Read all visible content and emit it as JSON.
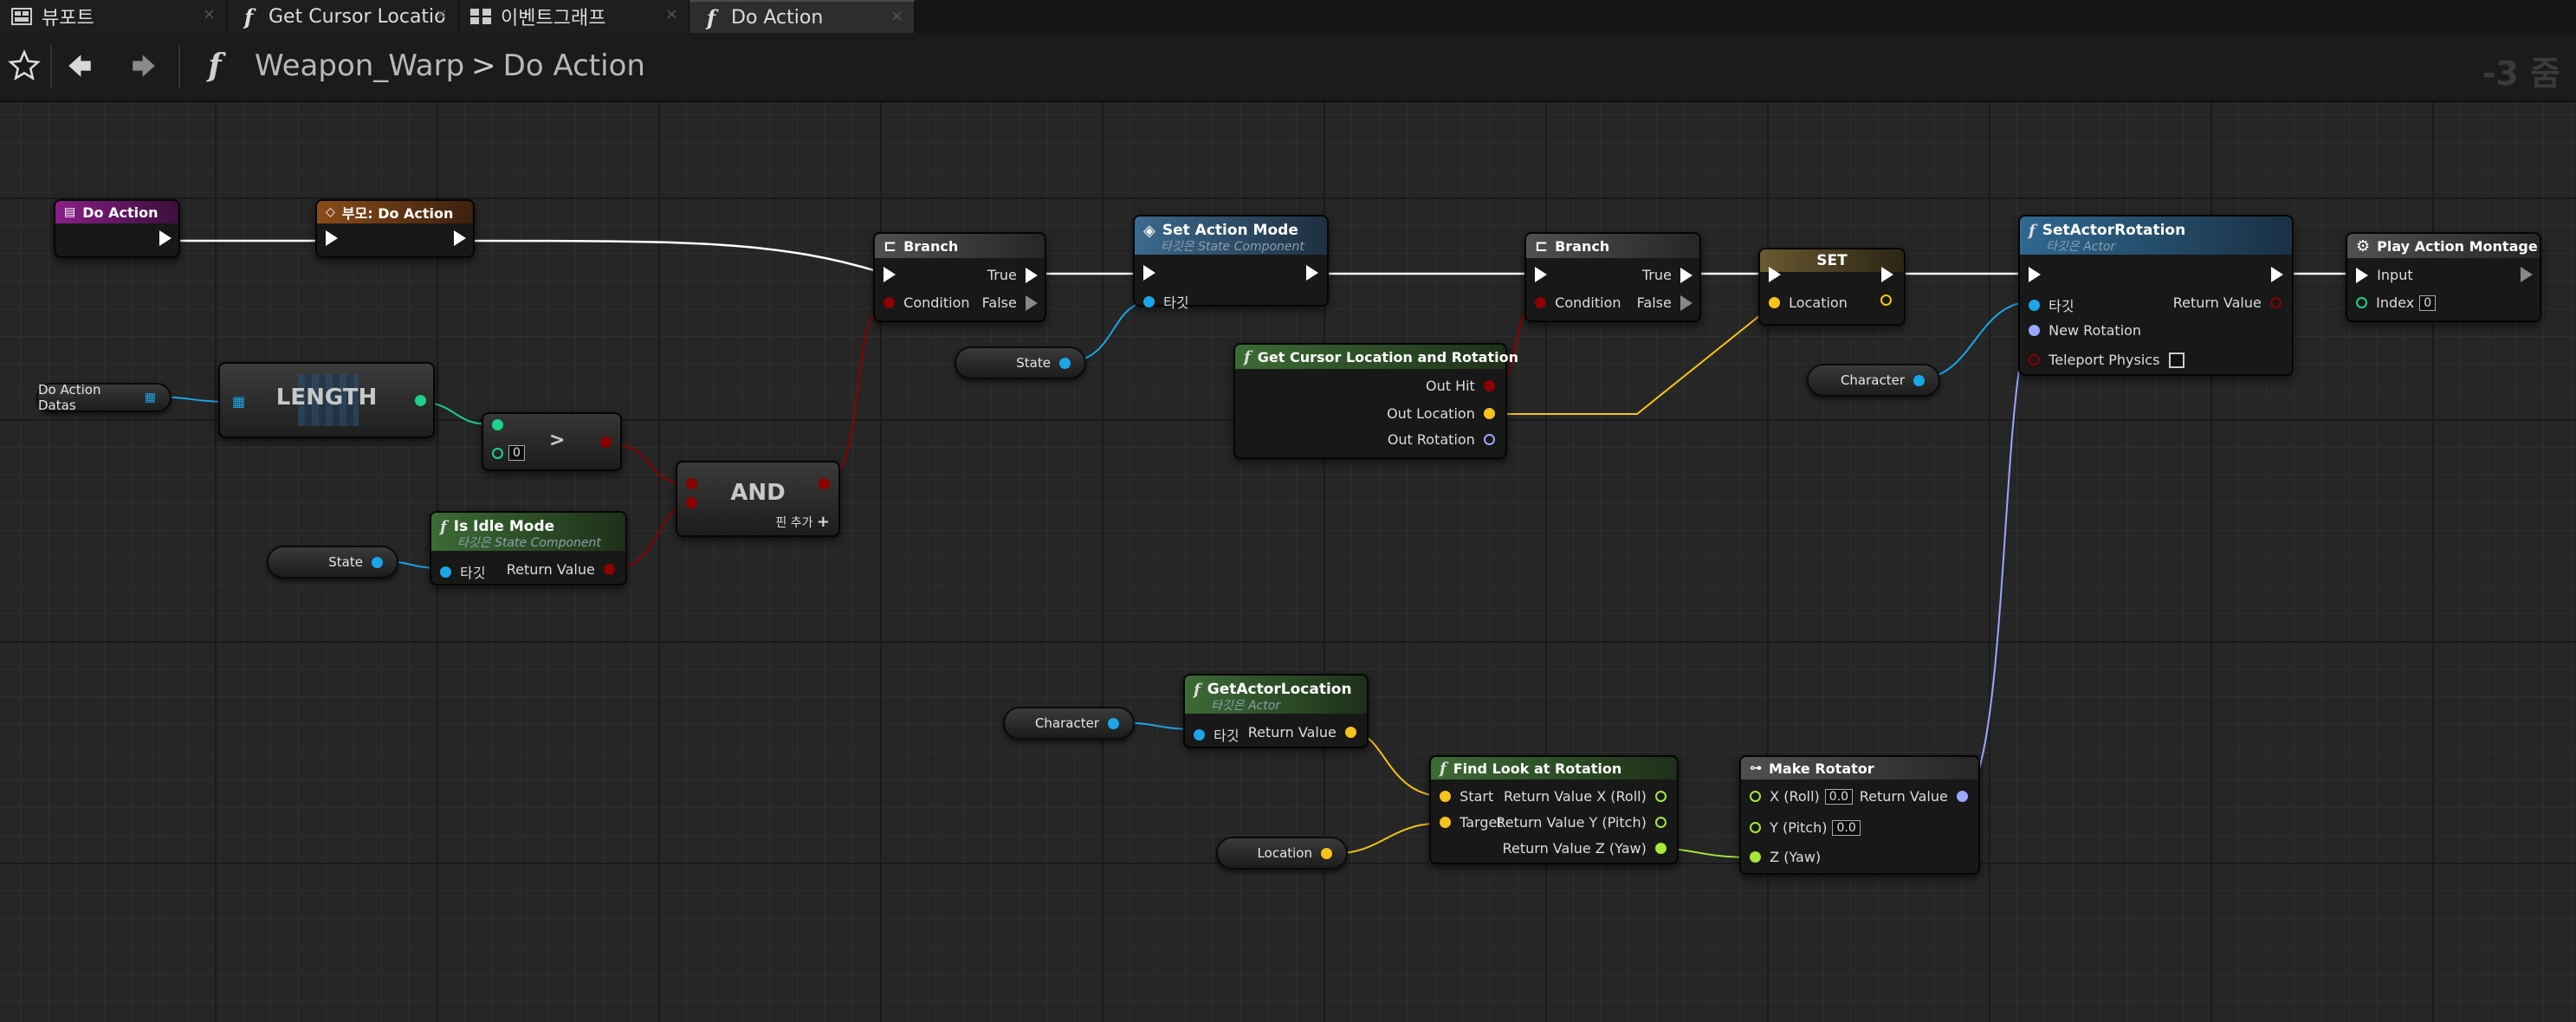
{
  "tabs": [
    {
      "label": "뷰포트",
      "icon": "viewport-icon"
    },
    {
      "label": "Get Cursor Locatio",
      "icon": "function-icon"
    },
    {
      "label": "이벤트그래프",
      "icon": "event-graph-icon"
    },
    {
      "label": "Do Action",
      "icon": "function-icon"
    }
  ],
  "breadcrumb": {
    "root": "Weapon_Warp",
    "separator": ">",
    "current": "Do Action"
  },
  "zoom": "-3 줌",
  "nodes": {
    "do_action": {
      "title": "Do Action"
    },
    "parent_do_action": {
      "title": "부모: Do Action"
    },
    "branch1": {
      "title": "Branch",
      "condition": "Condition",
      "true": "True",
      "false": "False"
    },
    "set_action_mode": {
      "title": "Set Action Mode",
      "subtitle": "타깃은 State Component",
      "target": "타깃"
    },
    "branch2": {
      "title": "Branch",
      "condition": "Condition",
      "true": "True",
      "false": "False"
    },
    "set_node": {
      "title": "SET",
      "location": "Location"
    },
    "set_actor_rotation": {
      "title": "SetActorRotation",
      "subtitle": "타깃은 Actor",
      "target": "타깃",
      "return_value": "Return Value",
      "new_rotation": "New Rotation",
      "teleport": "Teleport Physics"
    },
    "play_action_montage": {
      "title": "Play Action Montage",
      "input": "Input",
      "index": "Index",
      "index_value": "0"
    },
    "length": {
      "title": "LENGTH"
    },
    "greater": {
      "symbol": ">",
      "value": "0"
    },
    "and_node": {
      "title": "AND",
      "add_pin": "핀 추가"
    },
    "is_idle_mode": {
      "title": "Is Idle Mode",
      "subtitle": "타깃은 State Component",
      "target": "타깃",
      "return_value": "Return Value"
    },
    "get_cursor": {
      "title": "Get Cursor Location and Rotation",
      "out_hit": "Out Hit",
      "out_location": "Out Location",
      "out_rotation": "Out Rotation"
    },
    "get_actor_location": {
      "title": "GetActorLocation",
      "subtitle": "타깃은 Actor",
      "target": "타깃",
      "return_value": "Return Value"
    },
    "find_look_at": {
      "title": "Find Look at Rotation",
      "start": "Start",
      "target": "Target",
      "rx": "Return Value X (Roll)",
      "ry": "Return Value Y (Pitch)",
      "rz": "Return Value Z (Yaw)"
    },
    "make_rotator": {
      "title": "Make Rotator",
      "x": "X (Roll)",
      "x_value": "0.0",
      "y": "Y (Pitch)",
      "y_value": "0.0",
      "z": "Z (Yaw)",
      "return_value": "Return Value"
    }
  },
  "variables": {
    "do_action_datas": "Do Action Datas",
    "state1": "State",
    "state2": "State",
    "character1": "Character",
    "character2": "Character",
    "location": "Location"
  },
  "colors": {
    "exec": "#ffffff",
    "bool": "#8c0000",
    "object": "#1aa6e8",
    "vector": "#f7c21a",
    "rotator": "#9aa6ff",
    "int": "#1ed28c",
    "float": "#a6e83a",
    "event_header": "#8a1f8a",
    "parent_header": "#8a4b1a",
    "function_header": "#29537a",
    "pure_header": "#3c6b35"
  }
}
